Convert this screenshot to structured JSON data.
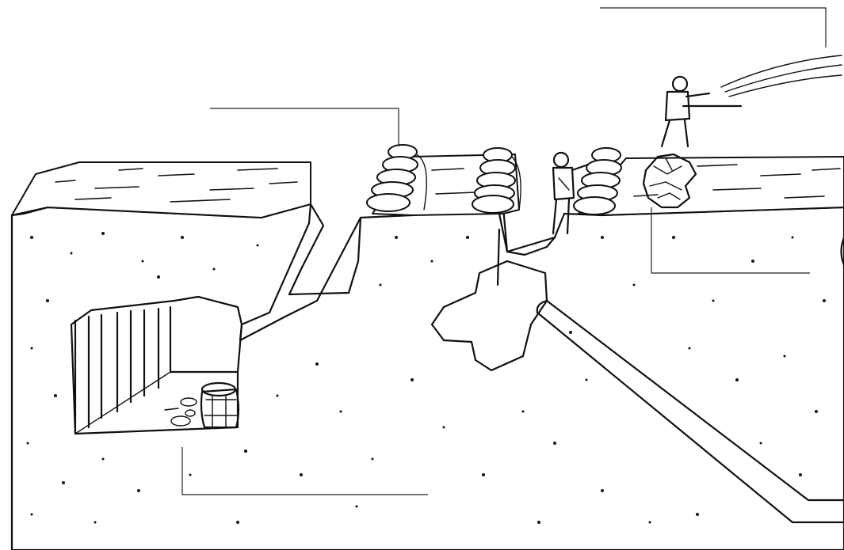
{
  "diagram": {
    "callouts": [
      {
        "id": "callout-explosion",
        "text": ""
      },
      {
        "id": "callout-sandbags",
        "text": ""
      },
      {
        "id": "callout-rubble",
        "text": ""
      },
      {
        "id": "callout-bunker",
        "text": ""
      }
    ],
    "icons": [
      "soldier-firing-icon",
      "soldier-standing-icon",
      "barrel-icon",
      "sandbag-icon",
      "rubble-icon"
    ]
  }
}
